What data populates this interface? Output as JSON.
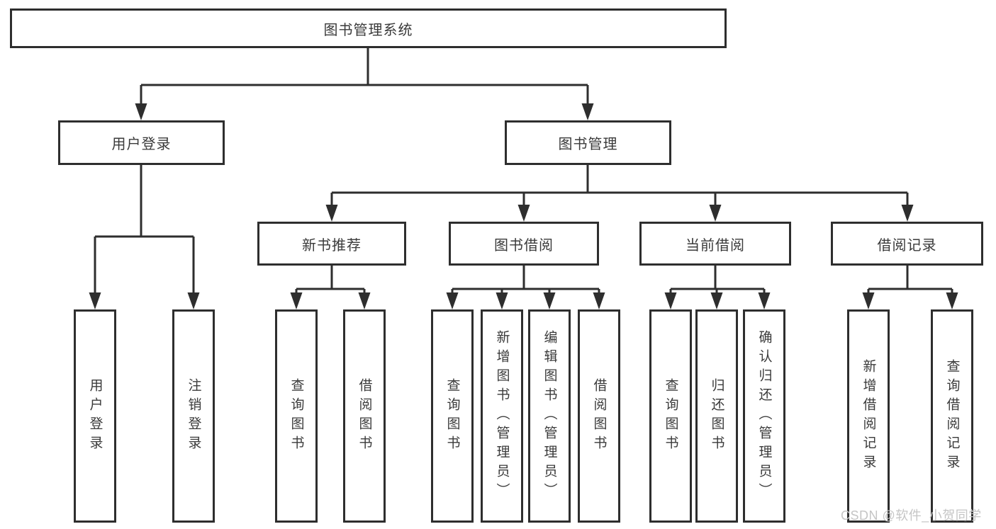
{
  "diagram": {
    "title": "图书管理系统",
    "root": {
      "label": "图书管理系统"
    },
    "level2": {
      "user_login": {
        "label": "用户登录"
      },
      "book_mgmt": {
        "label": "图书管理"
      }
    },
    "level3": {
      "new_book_rec": {
        "label": "新书推荐"
      },
      "book_borrow": {
        "label": "图书借阅"
      },
      "current_borrow": {
        "label": "当前借阅"
      },
      "borrow_records": {
        "label": "借阅记录"
      }
    },
    "leaves": {
      "ul_login": {
        "label": "用户登录"
      },
      "ul_logout": {
        "label": "注销登录"
      },
      "nb_query": {
        "label": "查询图书"
      },
      "nb_borrow": {
        "label": "借阅图书"
      },
      "bb_query": {
        "label": "查询图书"
      },
      "bb_add": {
        "label": "新增图书（管理员）"
      },
      "bb_edit": {
        "label": "编辑图书（管理员）"
      },
      "bb_borrow": {
        "label": "借阅图书"
      },
      "cb_query": {
        "label": "查询图书"
      },
      "cb_return": {
        "label": "归还图书"
      },
      "cb_confirm": {
        "label": "确认归还（管理员）"
      },
      "br_add": {
        "label": "新增借阅记录"
      },
      "br_query": {
        "label": "查询借阅记录"
      }
    }
  },
  "watermark": {
    "text": "CSDN @软件_小贺同学"
  },
  "colors": {
    "line": "#2e2e2e",
    "text": "#3a3a3a",
    "background": "#ffffff",
    "watermark": "#c5c5c5"
  }
}
